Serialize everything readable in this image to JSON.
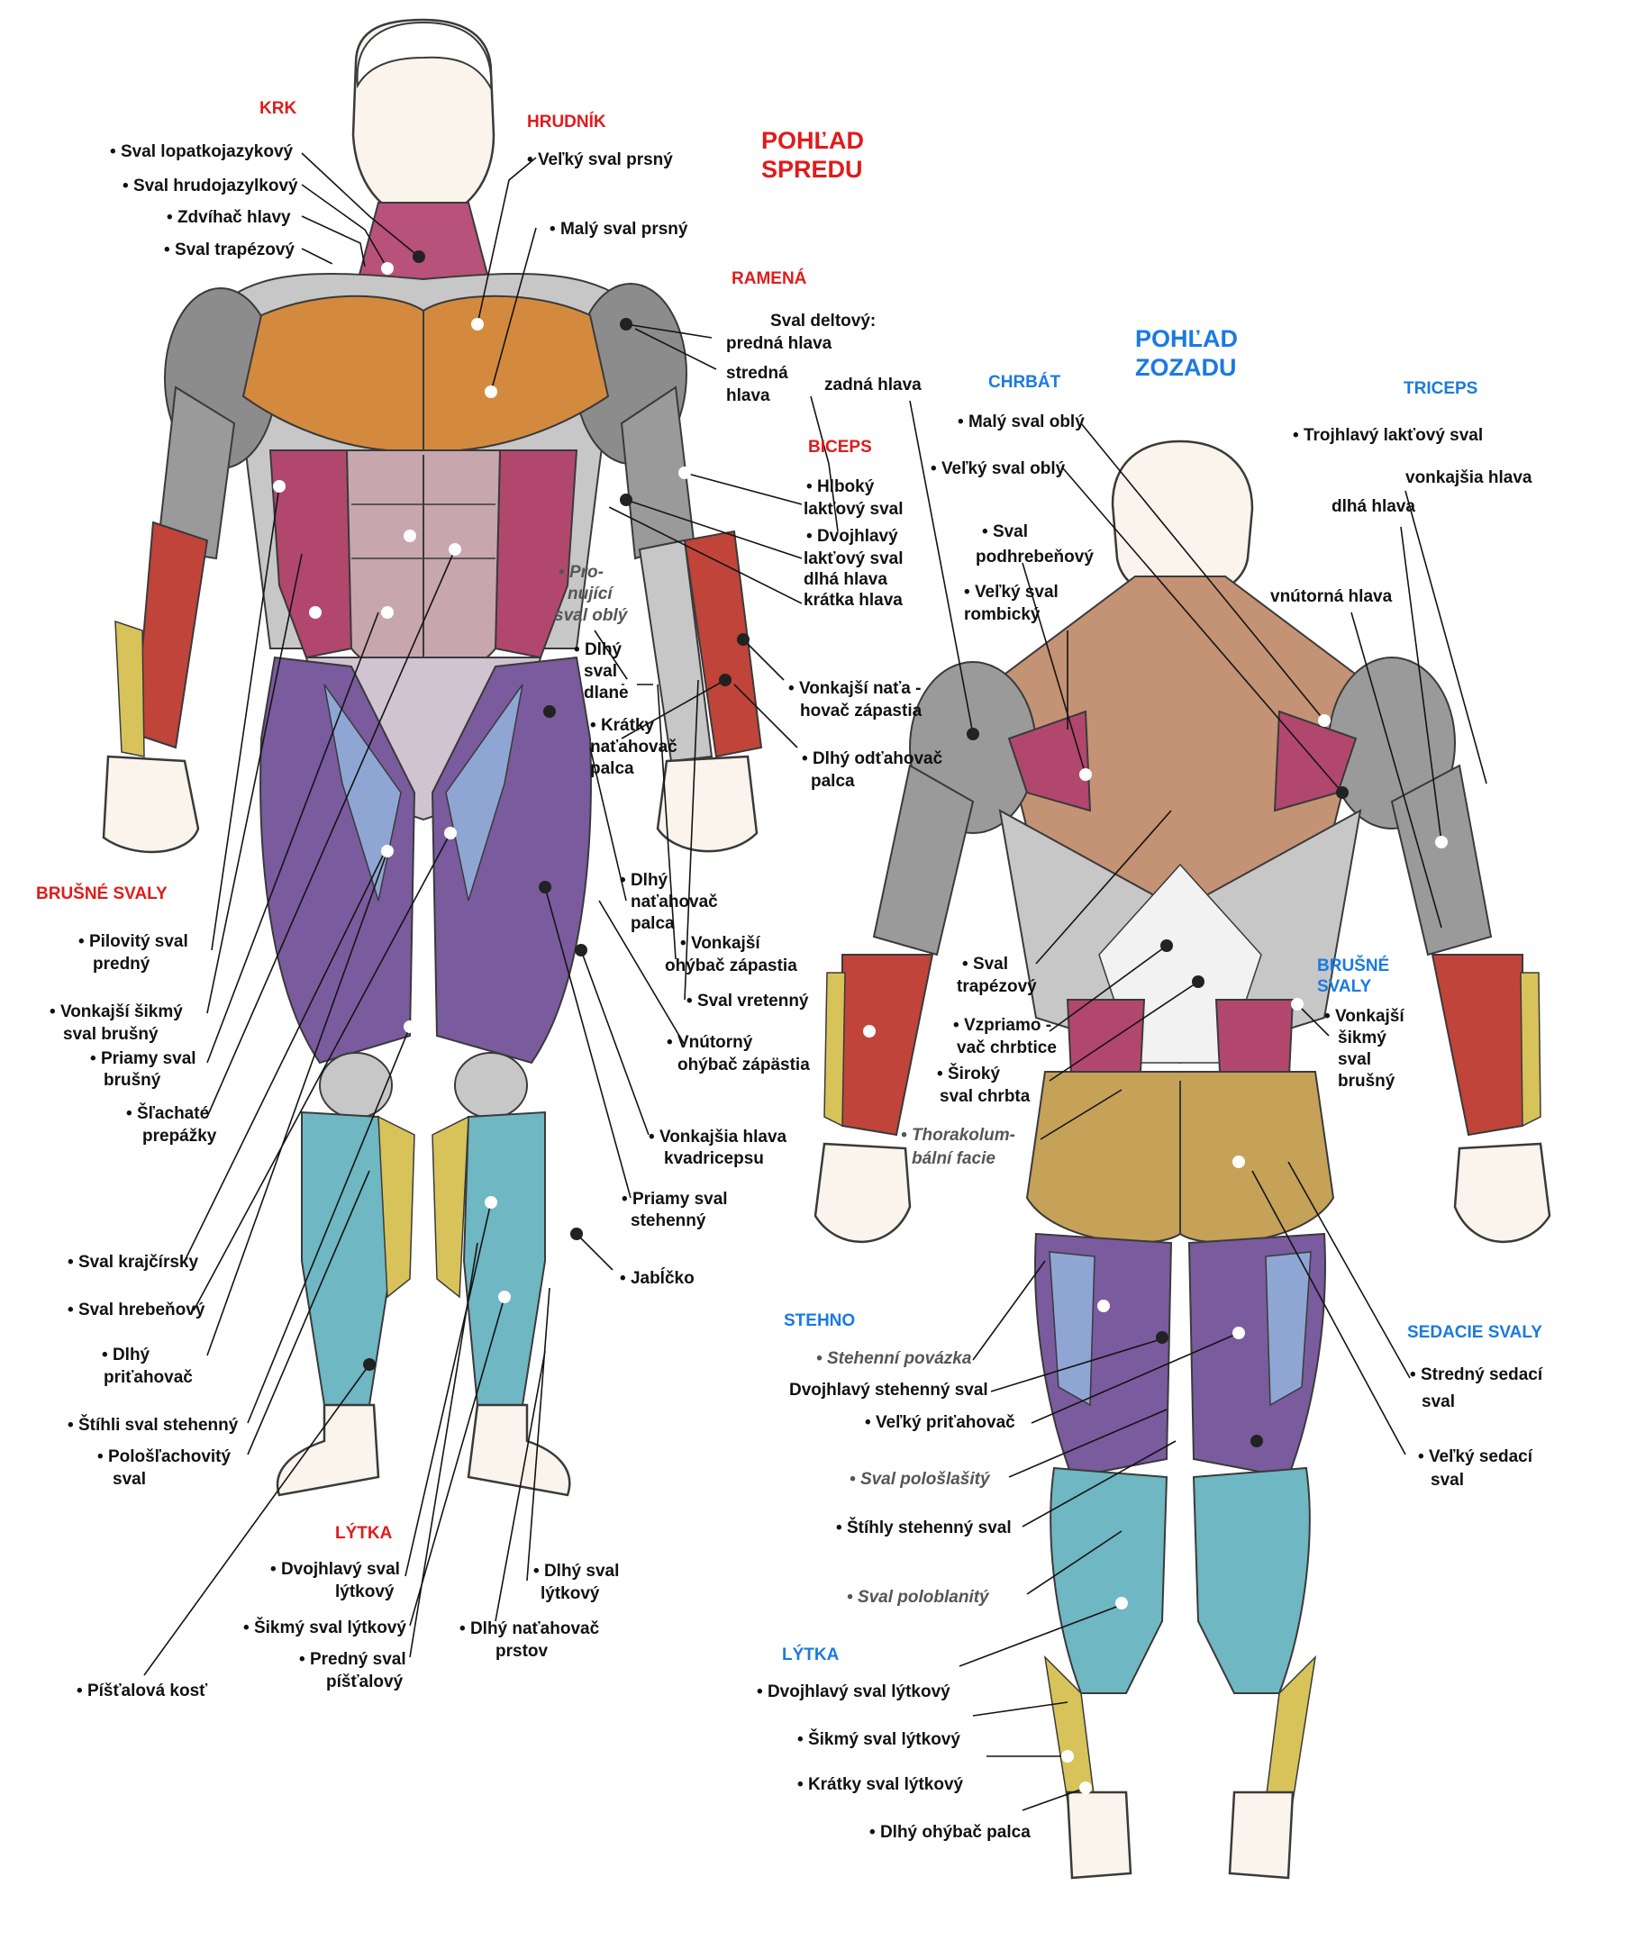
{
  "views": {
    "front": [
      "POHĽAD",
      "SPREDU"
    ],
    "back": [
      "POHĽAD",
      "ZOZADU"
    ]
  },
  "colors": {
    "front_heading": "#e01b1b",
    "back_heading": "#1a7ae0",
    "label": "#111111",
    "chest": "#d38a3e",
    "abdomen": "#b2476e",
    "thigh": "#7a5b9e",
    "thigh_blue": "#8fa6d4",
    "calf": "#6fb7c2",
    "forearm_red": "#c0443a",
    "tendon_yellow": "#d7c35a",
    "trapezius": "#c49274",
    "gluteus": "#c6a158"
  },
  "front": {
    "sections": {
      "krk": "KRK",
      "hrudnik": "HRUDNÍK",
      "ramena": "RAMENÁ",
      "biceps": "BICEPS",
      "brusne": "BRUŠNÉ SVALY",
      "lytka": "LÝTKA"
    },
    "labels": {
      "lopatkojazykovy": "Sval lopatkojazykový",
      "hrudojazylkovy": "Sval hrudojazylkový",
      "zdvihac": "Zdvíhač hlavy",
      "trapezovy": "Sval trapézový",
      "velky_prsny": "Veľký sval prsný",
      "maly_prsny": "Malý sval prsný",
      "deltovy": [
        "Sval deltový:",
        "predná hlava"
      ],
      "stredna_hlava": [
        "stredná",
        "hlava"
      ],
      "zadna_hlava": "zadná hlava",
      "hlboky_laktovy": [
        "Hlboký",
        "lakťový sval"
      ],
      "dvojhlavy_laktovy": [
        "Dvojhlavý",
        "lakťový sval",
        "dlhá hlava",
        "krátka hlava"
      ],
      "pronujici": [
        "Pro-",
        "nující",
        "sval oblý"
      ],
      "dlhy_sval_dlane": [
        "Dlhý",
        "sval",
        "dlane"
      ],
      "kratky_natahovac": [
        "Krátky",
        "naťahovač",
        "palca"
      ],
      "vonkajsi_natahovac": [
        "Vonkajší  naťa -",
        "hovač zápastia"
      ],
      "dlhy_odtahovac": [
        "Dlhý odťahovač",
        "palca"
      ],
      "dlhy_natahovac_palca": [
        "Dlhý",
        "naťahovač",
        "palca"
      ],
      "vonkajsi_ohybac": [
        "Vonkajší",
        "ohýbač  zápastia"
      ],
      "vretenny": "Sval vretenný",
      "vnutorny_ohybac": [
        "Vnútorný",
        "ohýbač zápästia"
      ],
      "pilovity": [
        "Pilovitý sval",
        "predný"
      ],
      "vonkajsi_sikmy": [
        "Vonkajší šikmý",
        "sval brušný"
      ],
      "priamy_brusny": [
        "Priamy sval",
        "brušný"
      ],
      "slachate": [
        "Šľachaté",
        "prepážky"
      ],
      "vonkajsia_hlava_kvadr": [
        "Vonkajšia hlava",
        "kvadricepsu"
      ],
      "priamy_stehenny": [
        "Priamy sval",
        "stehenný"
      ],
      "krajcirsky": "Sval krajčírsky",
      "jabicko": "Jabĺčko",
      "hrebenovy": "Sval hrebeňový",
      "dlhy_pritahovac": [
        "Dlhý",
        "priťahovač"
      ],
      "stihli": "Štíhli sval stehenný",
      "poloslachovity": [
        "Pološľachovitý",
        "sval"
      ],
      "dvojhlavy_lytkovy": [
        "Dvojhlavý sval",
        "lýtkový"
      ],
      "dlhy_lytkovy": [
        "Dlhý sval",
        "lýtkový"
      ],
      "sikmy_lytkovy": "Šikmý sval lýtkový",
      "dlhy_natahovac_prstov": [
        "Dlhý naťahovač",
        "prstov"
      ],
      "predny_pistalovy": [
        "Predný sval",
        "píšťalový"
      ],
      "pistalova_kost": "Píšťalová  kosť"
    }
  },
  "back": {
    "sections": {
      "chrbat": "CHRBÁT",
      "triceps": "TRICEPS",
      "brusne": [
        "BRUŠNÉ",
        "SVALY"
      ],
      "stehno": "STEHNO",
      "sedacie": "SEDACIE SVALY",
      "lytka": "LÝTKA"
    },
    "labels": {
      "maly_obly": "Malý sval oblý",
      "velky_obly": "Veľký sval oblý",
      "podhrebenovy": [
        "Sval",
        "podhrebeňový"
      ],
      "velky_rombicky": [
        "Veľký sval",
        "rombický"
      ],
      "trojhlavy": "Trojhlavý lakťový sval",
      "vonkajsia_hlava": "vonkajšia hlava",
      "dlha_hlava": "dlhá hlava",
      "vnutorna_hlava": "vnútorná hlava",
      "trapezovy": [
        "Sval",
        "trapézový"
      ],
      "vzpriamovac": [
        "Vzpriamo -",
        "vač chrbtice"
      ],
      "siroky": [
        "Široký",
        "sval chrbta"
      ],
      "thorakolumbalni": [
        "Thorakolum-",
        "bální facie"
      ],
      "vonkajsi_sikmy": [
        "Vonkajší",
        "šikmý",
        "sval",
        "brušný"
      ],
      "stehenni_povazka": "Stehenní povázka",
      "dvojhlavy_stehenny": "Dvojhlavý stehenný sval",
      "velky_pritahovac": "Veľký priťahovač",
      "stredny_sedaci": [
        "Stredný sedací",
        "sval"
      ],
      "velky_sedaci": [
        "Veľký sedací",
        "sval"
      ],
      "polosla_sity": "Sval pološlašitý",
      "stihly_stehenny": "Štíhly stehenný sval",
      "poloblanity": "Sval poloblanitý",
      "dvojhlavy_lytkovy": "Dvojhlavý sval lýtkový",
      "sikmy_lytkovy": "Šikmý sval lýtkový",
      "kratky_lytkovy": "Krátky sval lýtkový",
      "dlhy_ohybac_palca": "Dlhý ohýbač palca"
    }
  }
}
